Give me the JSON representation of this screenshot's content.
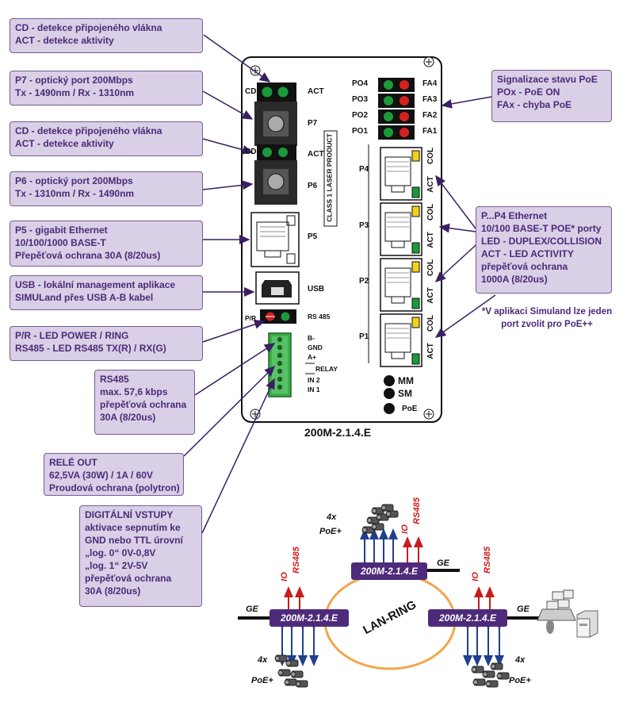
{
  "callouts": {
    "cd_act_top": [
      "CD - detekce připojeného vlákna",
      "ACT - detekce aktivity"
    ],
    "p7": [
      "P7 - optický port 200Mbps",
      "Tx - 1490nm / Rx - 1310nm"
    ],
    "cd_act_mid": [
      "CD - detekce připojeného vlákna",
      "ACT - detekce aktivity"
    ],
    "p6": [
      "P6 - optický port 200Mbps",
      "Tx - 1310nm / Rx - 1490nm"
    ],
    "p5": [
      "P5 - gigabit Ethernet",
      "10/100/1000 BASE-T",
      "Přepěťová ochrana 30A (8/20us)"
    ],
    "usb": [
      "USB - lokální management aplikace",
      "SIMULand přes USB A-B kabel"
    ],
    "pr": [
      "P/R - LED POWER / RING",
      "RS485 - LED RS485 TX(R) / RX(G)"
    ],
    "rs485": [
      "RS485",
      "max. 57,6 kbps",
      "přepěťová ochrana",
      "30A (8/20us)"
    ],
    "rele": [
      "RELÉ OUT",
      "62,5VA (30W) / 1A / 60V",
      "Proudová ochrana (polytron)"
    ],
    "digital": [
      "DIGITÁLNÍ VSTUPY",
      "aktivace sepnutím ke",
      "GND nebo TTL úrovní",
      "„log. 0“        0V-0,8V",
      "„log. 1“        2V-5V",
      "přepěťová ochrana",
      "30A (8/20us)"
    ],
    "poe_signal": [
      "Signalizace stavu PoE",
      "POx - PoE ON",
      "FAx - chyba PoE"
    ],
    "eth_ports": [
      "P...P4 Ethernet",
      "10/100 BASE-T POE* porty",
      "LED - DUPLEX/COLLISION",
      "ACT - LED ACTIVITY",
      "přepěťová ochrana",
      "1000A (8/20us)"
    ]
  },
  "note": [
    "*V aplikaci Simuland lze jeden",
    "port zvolit pro PoE++"
  ],
  "device": {
    "model": "200M-2.1.4.E",
    "laser_text": "CLASS 1 LASER PRODUCT",
    "labels": {
      "cd": "CD",
      "act": "ACT",
      "p7": "P7",
      "p6": "P6",
      "p5": "P5",
      "usb": "USB",
      "pr": "P/R",
      "rs485": "RS 485",
      "terminal": [
        "B-",
        "GND",
        "A+"
      ],
      "relay": "RELAY",
      "in2": "IN 2",
      "in1": "IN 1",
      "po": [
        "PO4",
        "PO3",
        "PO2",
        "PO1"
      ],
      "fa": [
        "FA4",
        "FA3",
        "FA2",
        "FA1"
      ],
      "ports": [
        "P4",
        "P3",
        "P2",
        "P1"
      ],
      "col": "COL",
      "mm": "MM",
      "sm": "SM",
      "poe": "PoE"
    }
  },
  "ring": {
    "node_label": "200M-2.1.4.E",
    "ring_label": "LAN-RING",
    "ge": "GE",
    "io": "IO",
    "rs485": "RS485",
    "poe_count": "4x",
    "poe": "PoE+"
  },
  "colors": {
    "callout_bg": "#d9cfe6",
    "callout_border": "#7a5a96",
    "callout_text": "#4b2a78",
    "node_bg": "#4e2a7a",
    "ring": "#f0a64a",
    "arrow_blue": "#1f3f8f",
    "arrow_red": "#c81d1d",
    "led_green": "#1a9a3a",
    "led_red": "#d42020",
    "led_yellow": "#f2d21a",
    "terminal_green": "#3dae4b"
  }
}
